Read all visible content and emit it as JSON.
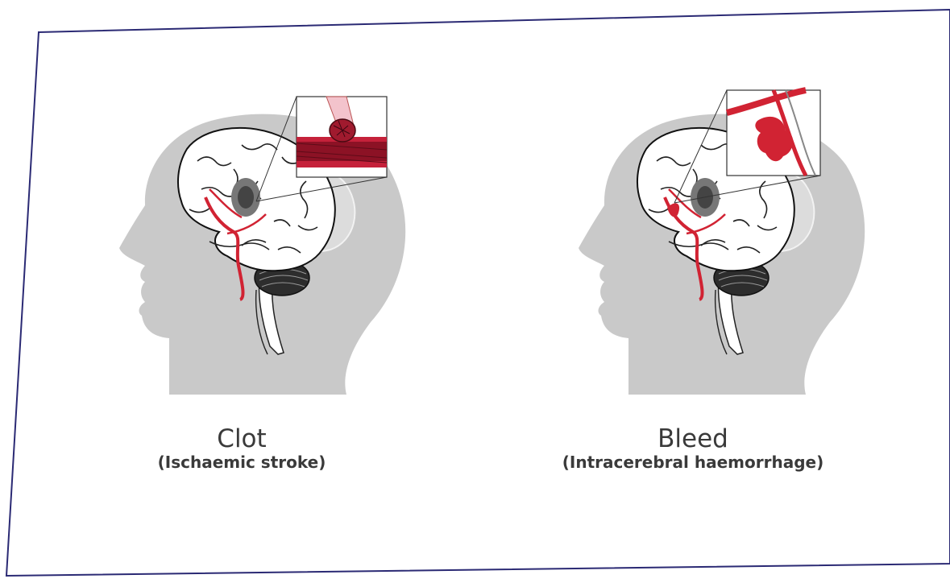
{
  "panels": [
    {
      "id": "clot",
      "title": "Clot",
      "subtitle": "(Ischaemic stroke)"
    },
    {
      "id": "bleed",
      "title": "Bleed",
      "subtitle": "(Intracerebral haemorrhage)"
    }
  ],
  "colors": {
    "frame": "#2b2a74",
    "head": "#c9c9c9",
    "brain": "#ffffff",
    "vessel": "#d12333",
    "text": "#3a3a3a"
  }
}
